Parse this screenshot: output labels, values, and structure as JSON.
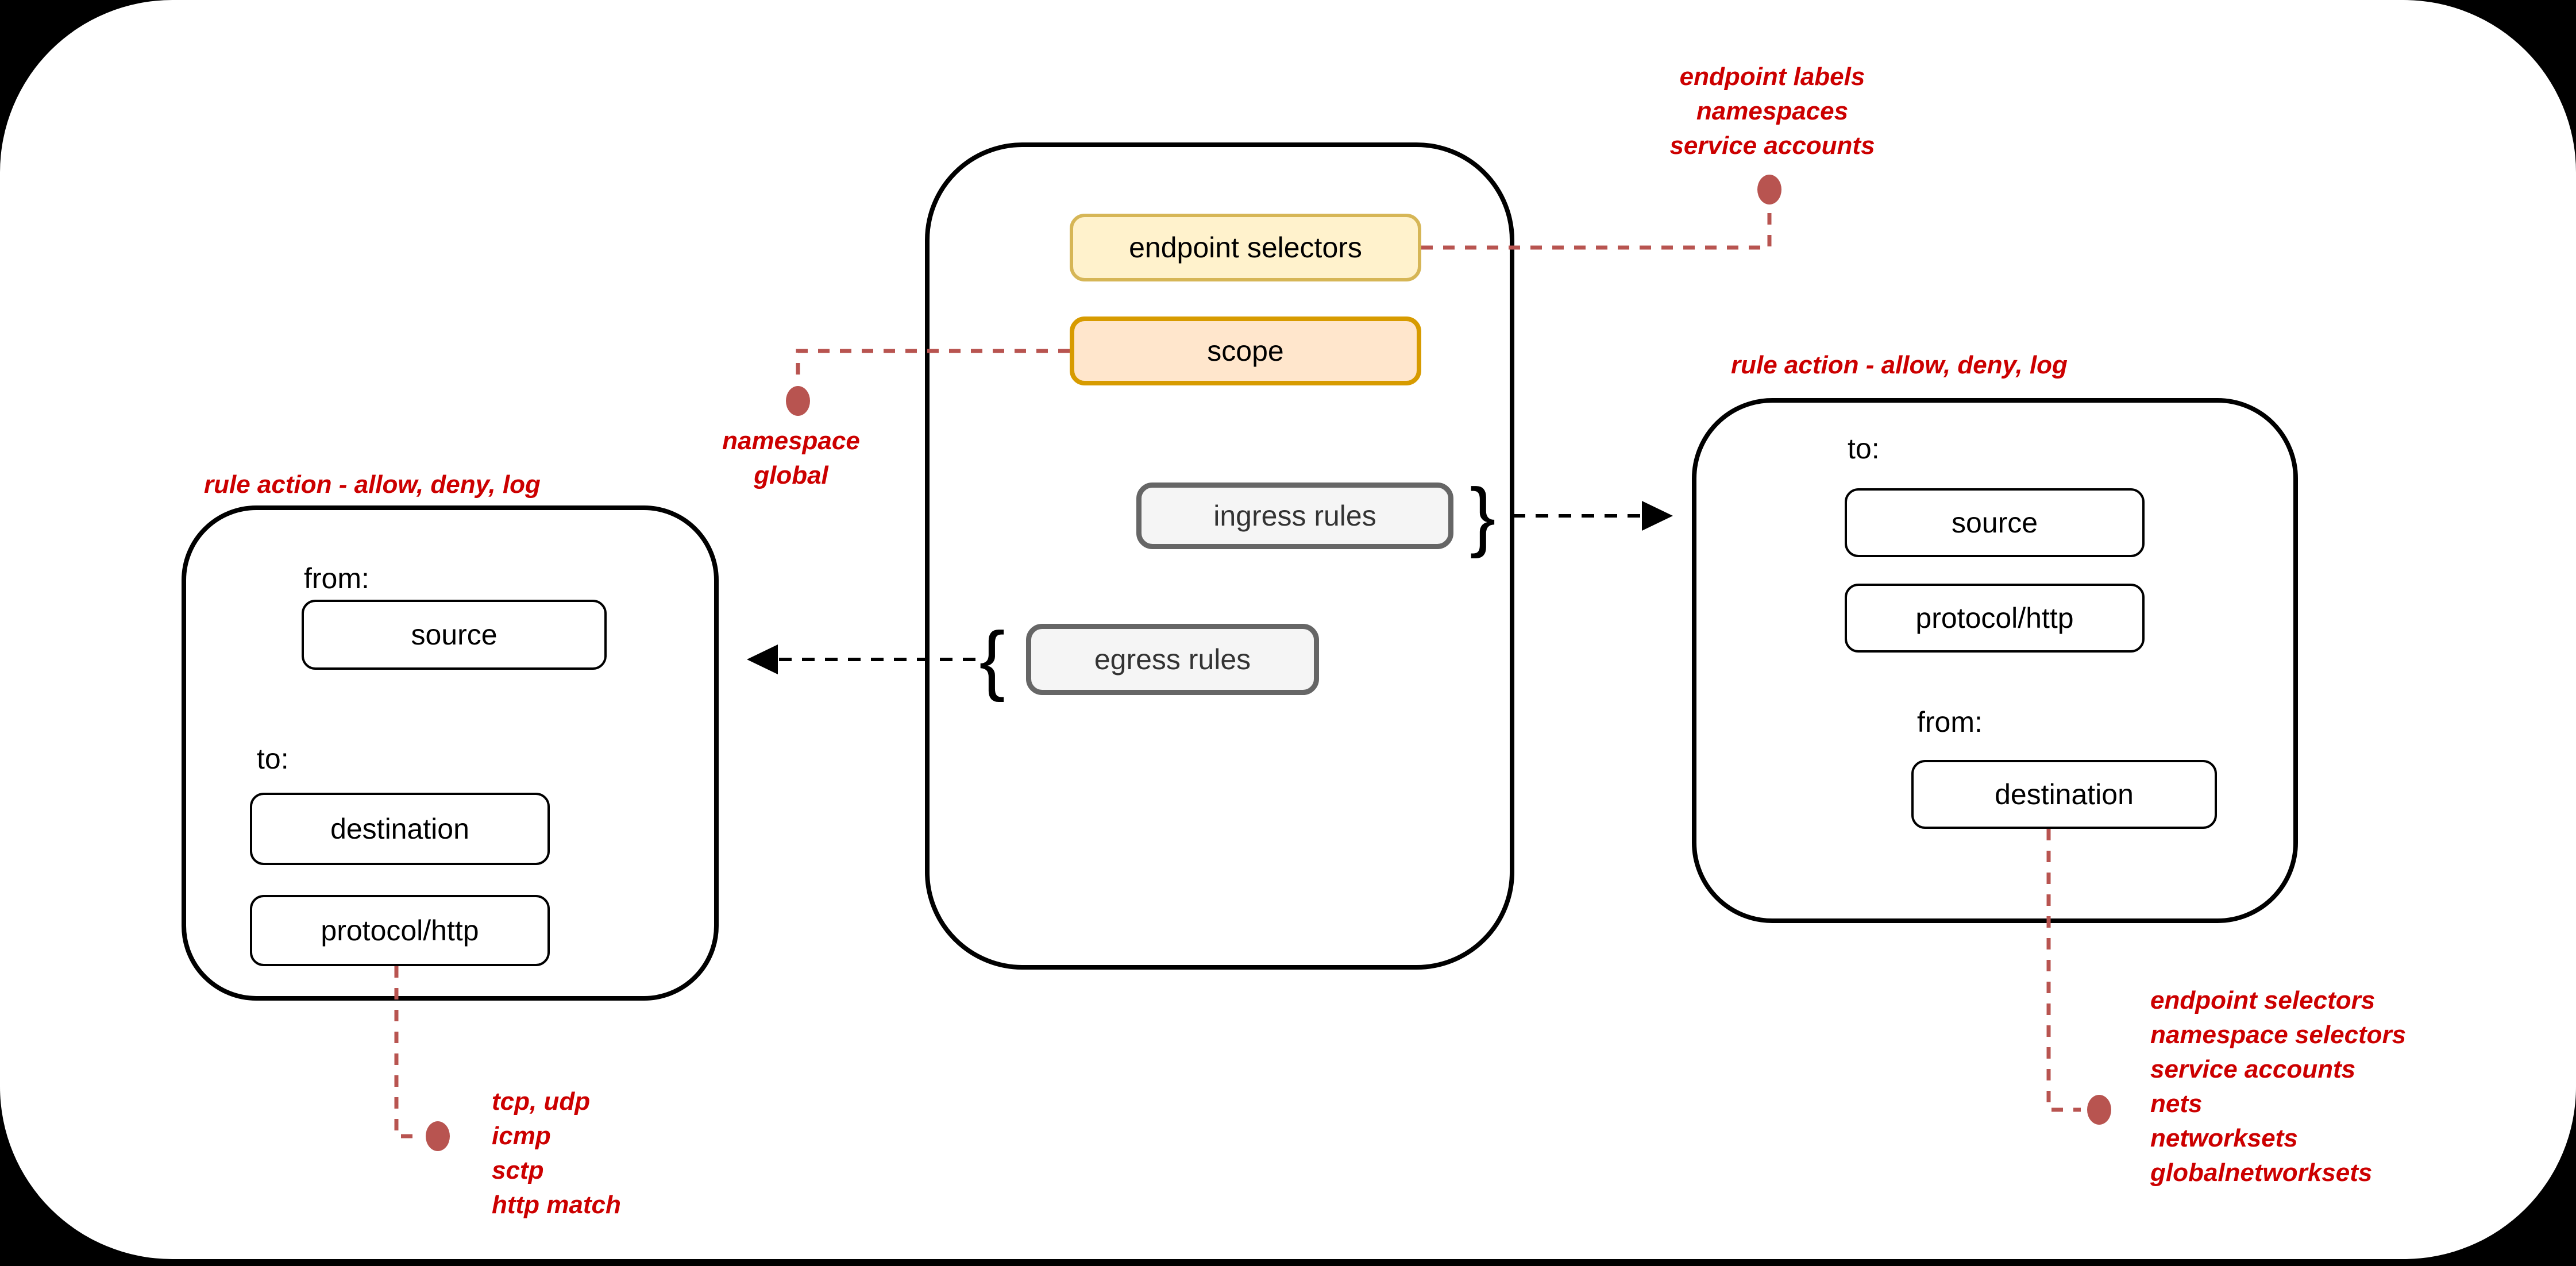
{
  "diagram": {
    "policy": {
      "endpoint_selectors": "endpoint selectors",
      "scope": "scope",
      "ingress_rules": "ingress rules",
      "egress_rules": "egress rules"
    },
    "egress_detail": {
      "title": "rule action - allow, deny, log",
      "from_label": "from:",
      "source": "source",
      "to_label": "to:",
      "destination": "destination",
      "protocol": "protocol/http"
    },
    "ingress_detail": {
      "title": "rule action - allow, deny, log",
      "to_label": "to:",
      "source": "source",
      "protocol": "protocol/http",
      "from_label": "from:",
      "destination": "destination"
    },
    "notes": {
      "endpoint_selectors_note": [
        "endpoint labels",
        "namespaces",
        "service accounts"
      ],
      "scope_note": [
        "namespace",
        "global"
      ],
      "protocol_note": [
        "tcp, udp",
        "icmp",
        "sctp",
        "http match"
      ],
      "destination_note": [
        "endpoint selectors",
        "namespace selectors",
        "service accounts",
        "nets",
        "networksets",
        "globalnetworksets"
      ]
    },
    "glyphs": {
      "ingress_brace": "}",
      "egress_brace": "{"
    },
    "colors": {
      "background": "#000000",
      "canvas": "#FFFFFF",
      "annotation_text": "#CC0000",
      "connector_red": "#B85450",
      "arrow_black": "#000000",
      "endpoint_fill": "#FFF2CC",
      "endpoint_border": "#D6B656",
      "scope_fill": "#FFE6CC",
      "scope_border": "#D79B00",
      "rules_fill": "#F5F5F5",
      "rules_border": "#666666"
    }
  }
}
